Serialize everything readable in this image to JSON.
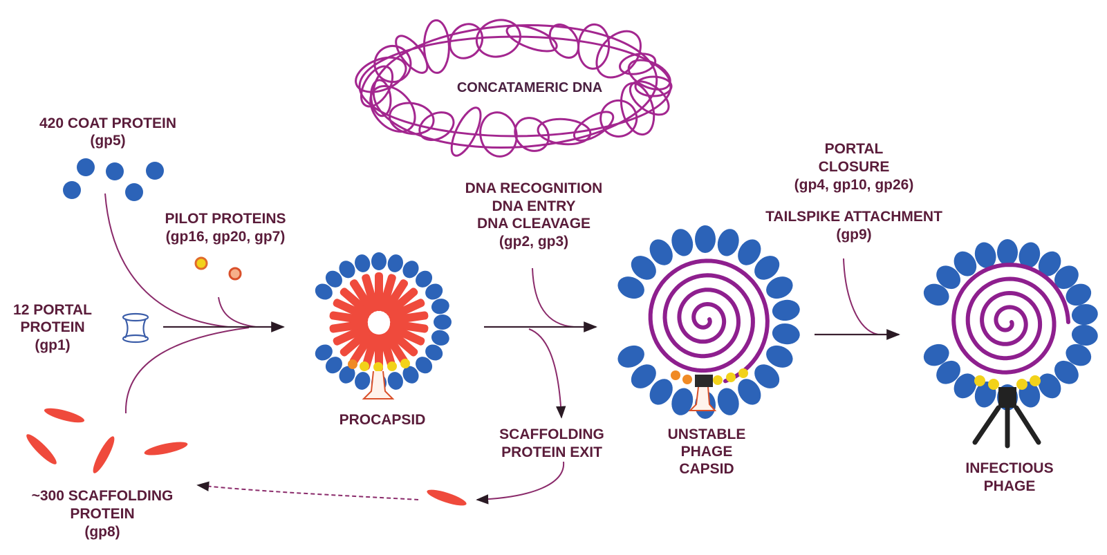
{
  "colors": {
    "coat": "#2c63b8",
    "scaffold": "#ef4a3c",
    "dna": "#a3268f",
    "pilot_yellow": "#f2d21a",
    "pilot_orange": "#f08a25",
    "text": "#5a1c3a"
  },
  "labels": {
    "coat": [
      "420 COAT PROTEIN",
      "(gp5)"
    ],
    "pilot": [
      "PILOT PROTEINS",
      "(gp16, gp20, gp7)"
    ],
    "portal": [
      "12 PORTAL",
      "PROTEIN",
      "(gp1)"
    ],
    "scaffolding": [
      "~300 SCAFFOLDING",
      "PROTEIN",
      "(gp8)"
    ],
    "procapsid": [
      "PROCAPSID"
    ],
    "concatameric": [
      "CONCATAMERIC DNA"
    ],
    "dna_steps": [
      "DNA RECOGNITION",
      "DNA ENTRY",
      "DNA CLEAVAGE",
      "(gp2, gp3)"
    ],
    "scaffold_exit": [
      "SCAFFOLDING",
      "PROTEIN  EXIT"
    ],
    "unstable": [
      "UNSTABLE",
      "PHAGE",
      "CAPSID"
    ],
    "portal_closure": [
      "PORTAL",
      "CLOSURE",
      "(gp4, gp10, gp26)"
    ],
    "tailspike": [
      "TAILSPIKE ATTACHMENT",
      "(gp9)"
    ],
    "infectious": [
      "INFECTIOUS",
      "PHAGE"
    ]
  }
}
